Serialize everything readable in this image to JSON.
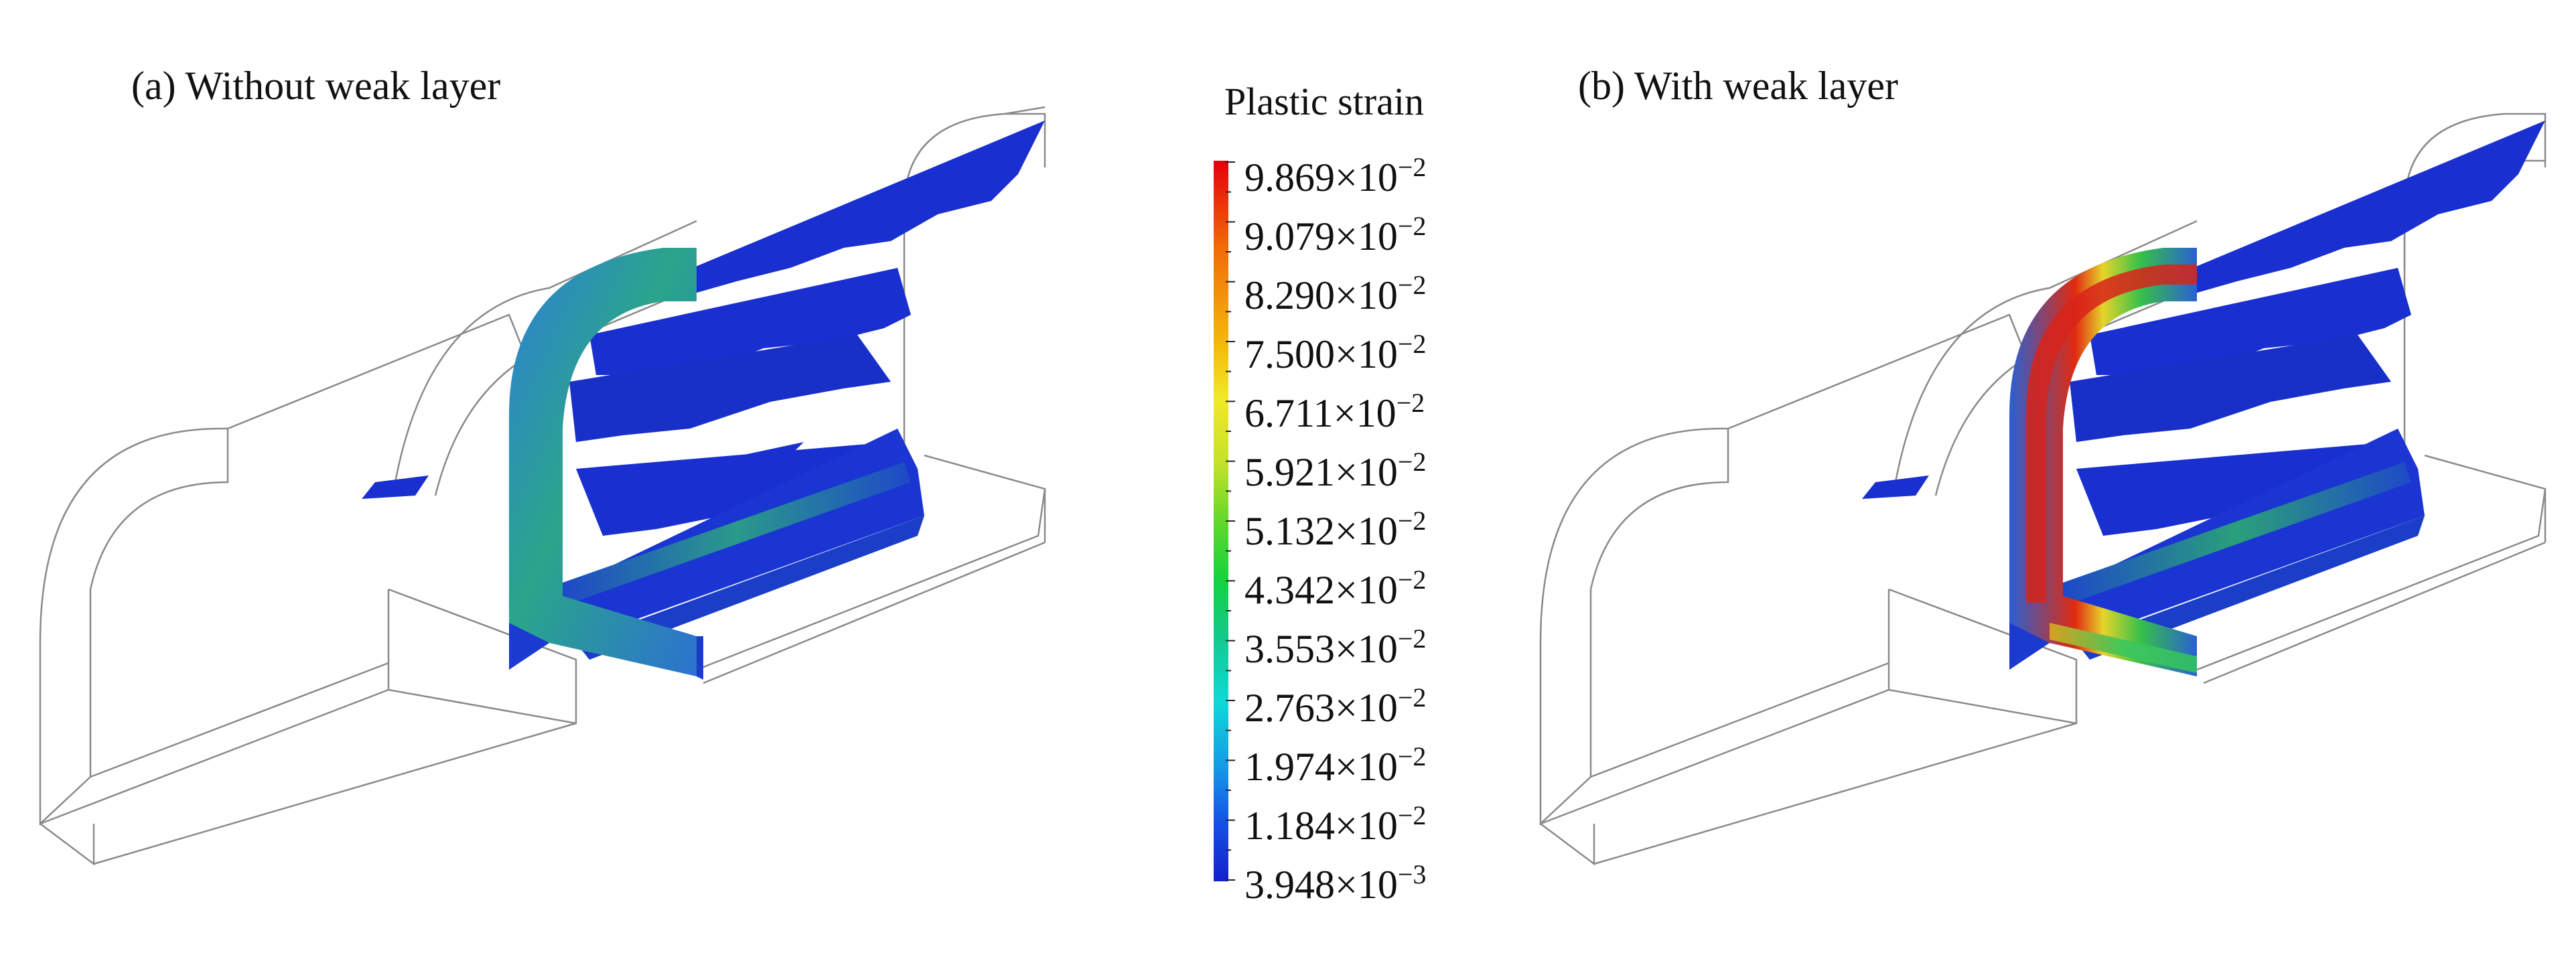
{
  "panels": [
    {
      "title": "(a) Without weak layer"
    },
    {
      "title": "(b) With weak layer"
    }
  ],
  "colorbar": {
    "title": "Plastic strain",
    "labels": [
      {
        "mantissa": "9.869",
        "exponent": "−2"
      },
      {
        "mantissa": "9.079",
        "exponent": "−2"
      },
      {
        "mantissa": "8.290",
        "exponent": "−2"
      },
      {
        "mantissa": "7.500",
        "exponent": "−2"
      },
      {
        "mantissa": "6.711",
        "exponent": "−2"
      },
      {
        "mantissa": "5.921",
        "exponent": "−2"
      },
      {
        "mantissa": "5.132",
        "exponent": "−2"
      },
      {
        "mantissa": "4.342",
        "exponent": "−2"
      },
      {
        "mantissa": "3.553",
        "exponent": "−2"
      },
      {
        "mantissa": "2.763",
        "exponent": "−2"
      },
      {
        "mantissa": "1.974",
        "exponent": "−2"
      },
      {
        "mantissa": "1.184",
        "exponent": "−2"
      },
      {
        "mantissa": "3.948",
        "exponent": "−3"
      }
    ],
    "colors": [
      "#e3000b",
      "#f26a08",
      "#f4b60a",
      "#f2e82a",
      "#62d82a",
      "#14d33c",
      "#10d8d8",
      "#1550e6",
      "#1420cc"
    ]
  }
}
